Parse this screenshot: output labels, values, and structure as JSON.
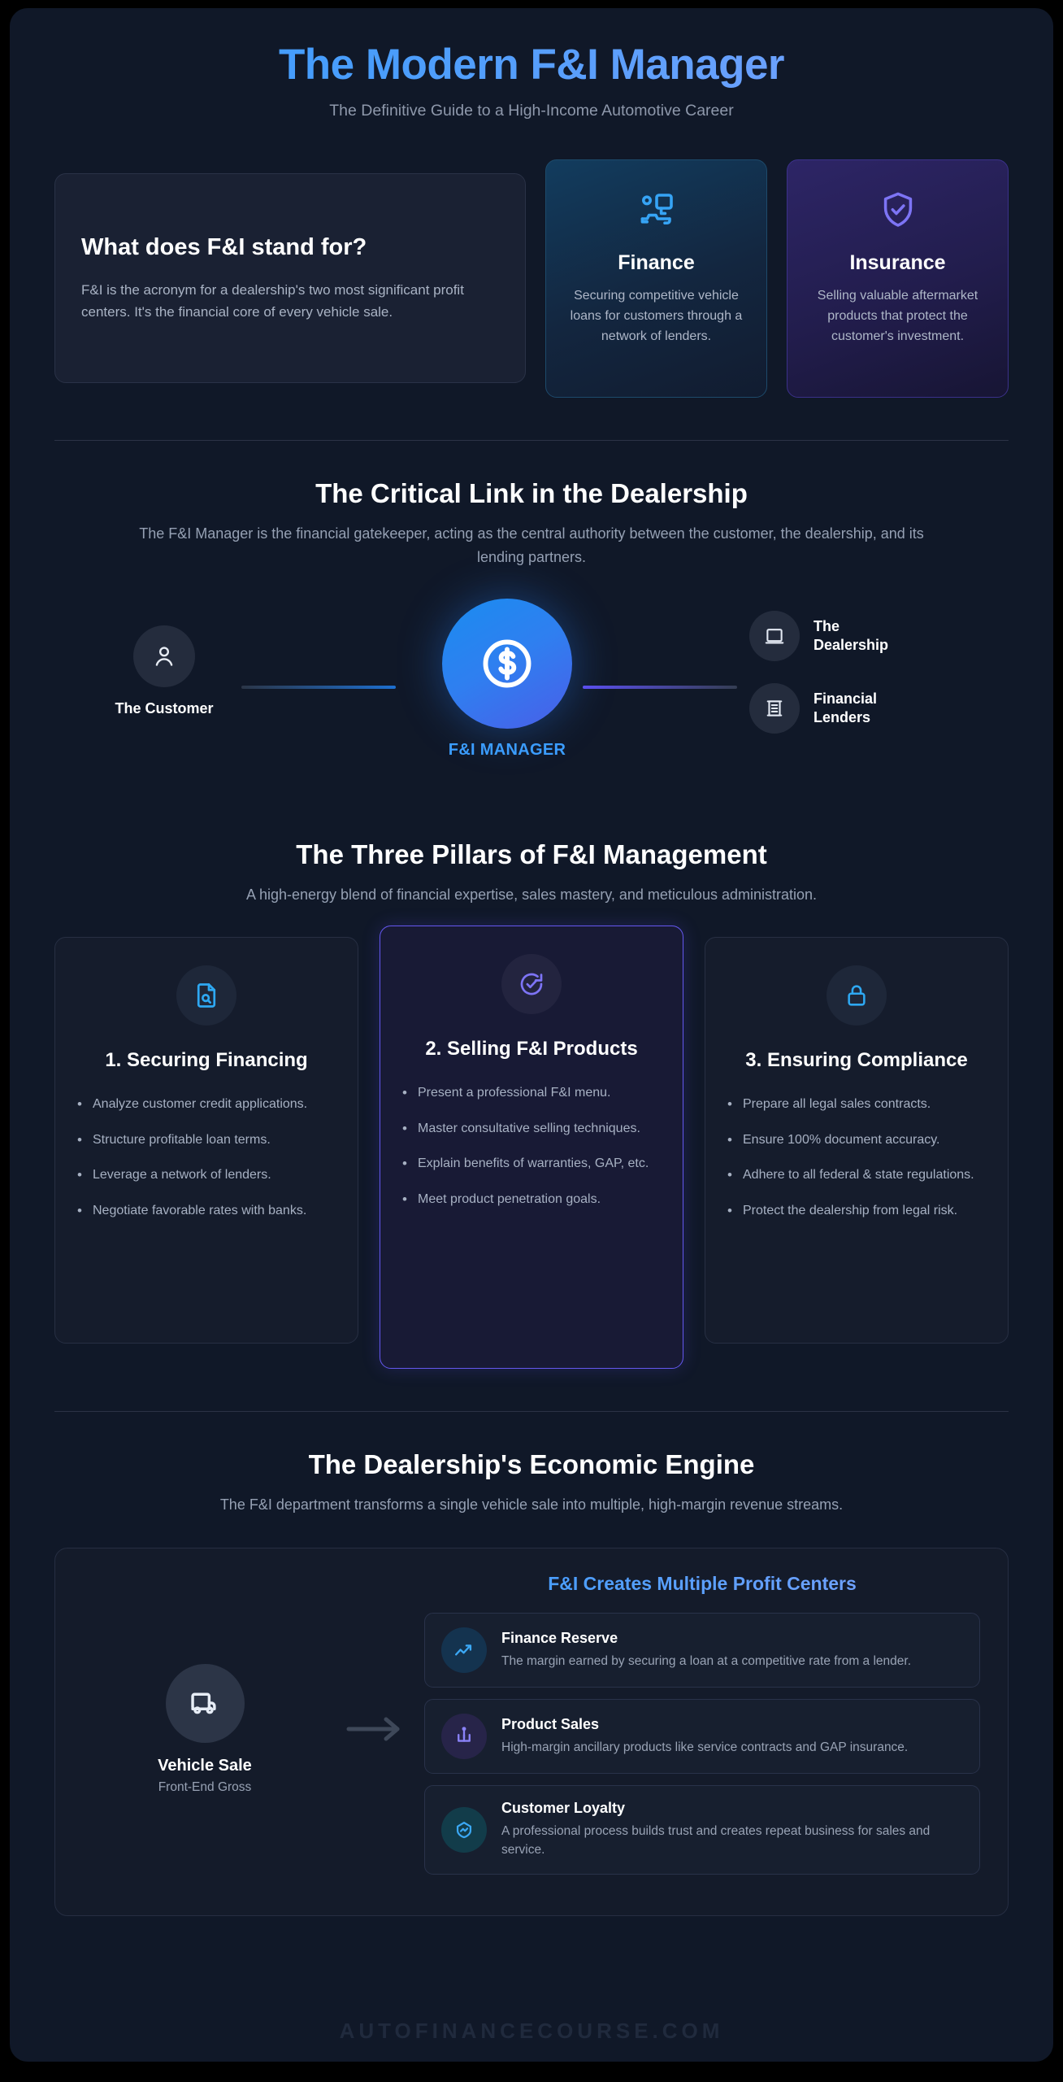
{
  "hero": {
    "title": "The Modern F&I Manager",
    "subtitle": "The Definitive Guide to a High-Income Automotive Career"
  },
  "definition": {
    "heading": "What does F&I stand for?",
    "body": "F&I is the acronym for a dealership's two most significant profit centers. It's the financial core of every vehicle sale.",
    "cards": [
      {
        "icon": "car-loan-icon",
        "title": "Finance",
        "body": "Securing competitive vehicle loans for customers through a network of lenders."
      },
      {
        "icon": "shield-check-icon",
        "title": "Insurance",
        "body": "Selling valuable aftermarket products that protect the customer's investment."
      }
    ]
  },
  "critical_link": {
    "heading": "The Critical Link in the Dealership",
    "subheading": "The F&I Manager is the financial gatekeeper, acting as the central authority between the customer, the dealership, and its lending partners.",
    "left_node": {
      "icon": "user-icon",
      "label": "The Customer"
    },
    "center_node": {
      "icon": "dollar-circle-icon",
      "label": "F&I MANAGER"
    },
    "right_nodes": [
      {
        "icon": "building-icon",
        "label": "The Dealership"
      },
      {
        "icon": "document-lines-icon",
        "label": "Financial Lenders"
      }
    ]
  },
  "pillars": {
    "heading": "The Three Pillars of F&I Management",
    "subheading": "A high-energy blend of financial expertise, sales mastery, and meticulous administration.",
    "items": [
      {
        "icon": "file-search-icon",
        "title": "1. Securing Financing",
        "bullets": [
          "Analyze customer credit applications.",
          "Structure profitable loan terms.",
          "Leverage a network of lenders.",
          "Negotiate favorable rates with banks."
        ]
      },
      {
        "icon": "check-cycle-icon",
        "title": "2. Selling F&I Products",
        "bullets": [
          "Present a professional F&I menu.",
          "Master consultative selling techniques.",
          "Explain benefits of warranties, GAP, etc.",
          "Meet product penetration goals."
        ]
      },
      {
        "icon": "lock-icon",
        "title": "3. Ensuring Compliance",
        "bullets": [
          "Prepare all legal sales contracts.",
          "Ensure 100% document accuracy.",
          "Adhere to all federal & state regulations.",
          "Protect the dealership from legal risk."
        ]
      }
    ]
  },
  "engine": {
    "heading": "The Dealership's Economic Engine",
    "subheading": "The F&I department transforms a single vehicle sale into multiple, high-margin revenue streams.",
    "sale_node": {
      "icon": "vehicle-icon",
      "title": "Vehicle Sale",
      "subtitle": "Front-End Gross"
    },
    "arrow": "arrow-right-icon",
    "streams_title": "F&I Creates Multiple Profit Centers",
    "streams": [
      {
        "icon": "trend-up-icon",
        "title": "Finance Reserve",
        "body": "The margin earned by securing a loan at a competitive rate from a lender."
      },
      {
        "icon": "umbrella-icon",
        "title": "Product Sales",
        "body": "High-margin ancillary products like service contracts and GAP insurance."
      },
      {
        "icon": "handshake-badge-icon",
        "title": "Customer Loyalty",
        "body": "A professional process builds trust and creates repeat business for sales and service."
      }
    ]
  },
  "footer": {
    "watermark": "AUTOFINANCECOURSE.COM"
  },
  "colors": {
    "accent_blue": "#3b9dff",
    "accent_purple": "#6457ef",
    "background": "#101828",
    "card": "#1a2133"
  }
}
